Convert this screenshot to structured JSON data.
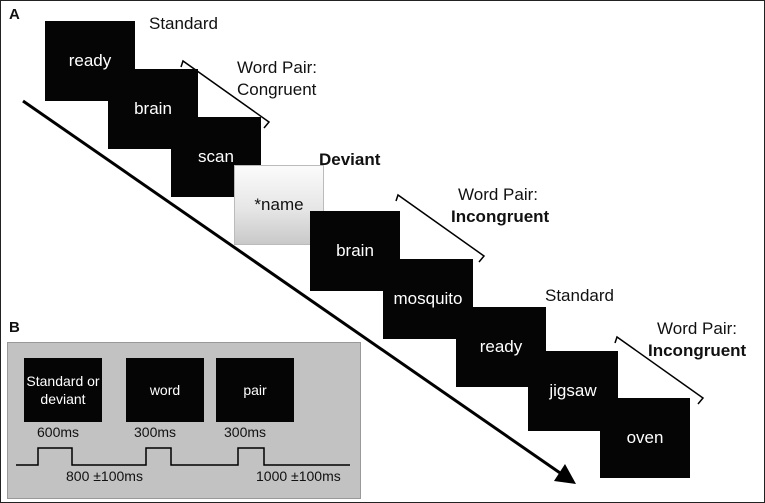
{
  "panel_a": {
    "label": "A",
    "boxes": [
      "ready",
      "brain",
      "scan",
      "*name",
      "brain",
      "mosquito",
      "ready",
      "jigsaw",
      "oven"
    ],
    "captions": {
      "standard_1": "Standard",
      "pair1_line1": "Word Pair:",
      "pair1_line2": "Congruent",
      "deviant": "Deviant",
      "pair2_line1": "Word Pair:",
      "pair2_line2": "Incongruent",
      "standard_2": "Standard",
      "pair3_line1": "Word Pair:",
      "pair3_line2": "Incongruent"
    }
  },
  "panel_b": {
    "label": "B",
    "boxes": [
      "Standard or deviant",
      "word",
      "pair"
    ],
    "durations": [
      "600ms",
      "300ms",
      "300ms"
    ],
    "intervals": [
      "800 ±100ms",
      "1000 ±100ms"
    ]
  },
  "colors": {
    "box_fill": "#050505",
    "deviant_fill": "#e6e6e6",
    "panel_b_background": "#c2c2c2"
  }
}
